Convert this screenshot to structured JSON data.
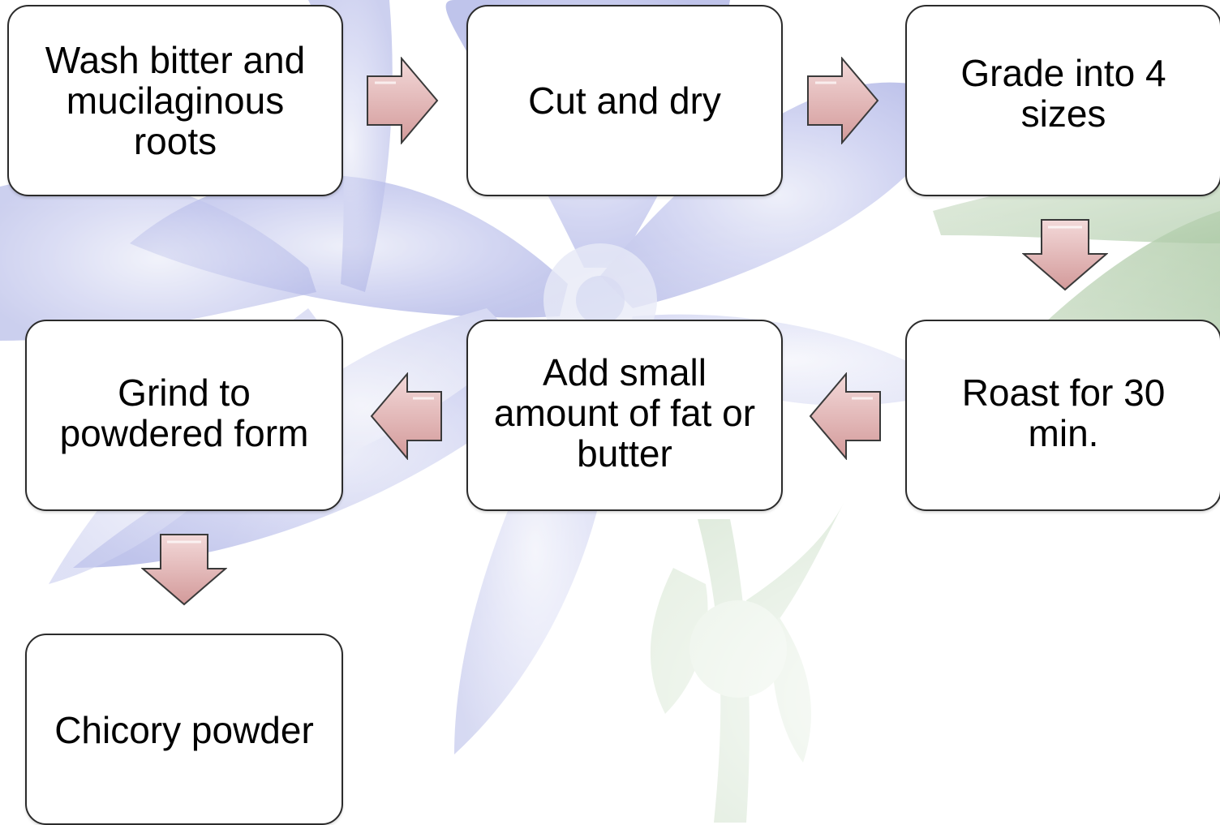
{
  "steps": [
    {
      "label": "Wash bitter and mucilaginous roots"
    },
    {
      "label": "Cut and dry"
    },
    {
      "label": "Grade into 4 sizes"
    },
    {
      "label": "Roast for 30 min."
    },
    {
      "label": "Add small amount of fat or butter"
    },
    {
      "label": "Grind to powdered form"
    },
    {
      "label": "Chicory powder"
    }
  ],
  "colors": {
    "box_fill": "#ffffff",
    "box_border": "#2b2b2b",
    "arrow_fill_light": "#f1d3d3",
    "arrow_fill_dark": "#d49d9d",
    "arrow_stroke": "#3a3a3a",
    "flower_petal": "#b8bde8",
    "leaf": "#a9c9a0"
  },
  "icons": {
    "arrow_right": "arrow-right-icon",
    "arrow_down": "arrow-down-icon",
    "arrow_left": "arrow-left-icon",
    "background": "chicory-flower-illustration"
  }
}
